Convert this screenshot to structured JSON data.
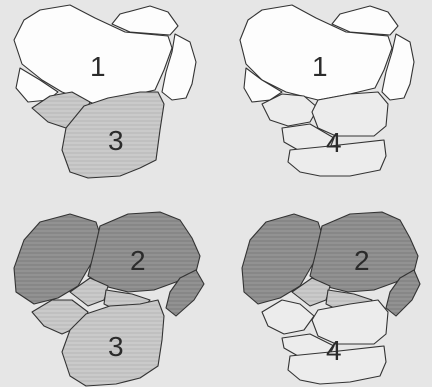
{
  "panels": [
    {
      "id": "top-left",
      "labels": {
        "a": "1",
        "b": "3"
      }
    },
    {
      "id": "top-right",
      "labels": {
        "a": "1",
        "b": "4"
      }
    },
    {
      "id": "bottom-left",
      "labels": {
        "a": "2",
        "b": "3"
      }
    },
    {
      "id": "bottom-right",
      "labels": {
        "a": "2",
        "b": "4"
      }
    }
  ],
  "colors": {
    "background": "#e6e6e6",
    "stone_white": "#fdfdfd",
    "stone_light": "#ececec",
    "stone_mid": "#c4c4c4",
    "stone_dark": "#8c8c8c",
    "outline": "#333333"
  }
}
